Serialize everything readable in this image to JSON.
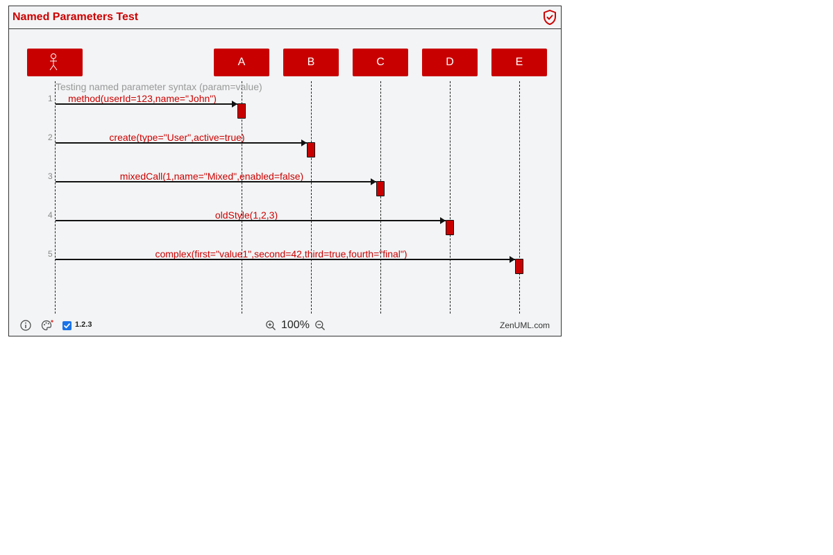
{
  "header": {
    "title": "Named Parameters Test",
    "shield_icon": "shield-check-icon"
  },
  "diagram": {
    "actor_icon": "stick-figure-icon",
    "participants": [
      {
        "label": "A"
      },
      {
        "label": "B"
      },
      {
        "label": "C"
      },
      {
        "label": "D"
      },
      {
        "label": "E"
      }
    ],
    "comment": "Testing named parameter syntax (param=value)",
    "messages": [
      {
        "num": "1",
        "label": "method(userId=123,name=\"John\")",
        "target": "A"
      },
      {
        "num": "2",
        "label": "create(type=\"User\",active=true)",
        "target": "B"
      },
      {
        "num": "3",
        "label": "mixedCall(1,name=\"Mixed\",enabled=false)",
        "target": "C"
      },
      {
        "num": "4",
        "label": "oldStyle(1,2,3)",
        "target": "D"
      },
      {
        "num": "5",
        "label": "complex(first=\"value1\",second=42,third=true,fourth=\"final\")",
        "target": "E"
      }
    ],
    "colors": {
      "participant": "#c80000",
      "message_text": "#cc0000"
    }
  },
  "footer": {
    "info_icon": "info-icon",
    "theme_icon": "palette-icon",
    "numbering_checked": true,
    "numbering_label": "1.2.3",
    "zoom_in_icon": "zoom-in-icon",
    "zoom_level": "100%",
    "zoom_out_icon": "zoom-out-icon",
    "brand": "ZenUML.com"
  }
}
